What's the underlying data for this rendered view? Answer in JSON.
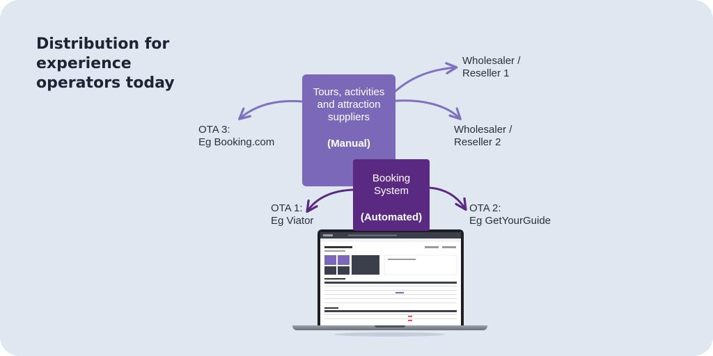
{
  "title": "Distribution for\nexperience\noperators today",
  "boxes": {
    "manual": {
      "text": "Tours, activities\nand attraction\nsuppliers",
      "tag": "(Manual)"
    },
    "automated": {
      "text": "Booking\nSystem",
      "tag": "(Automated)"
    }
  },
  "targets": {
    "wholesaler1": "Wholesaler /\nReseller 1",
    "wholesaler2": "Wholesaler /\nReseller 2",
    "ota3": "OTA 3:\nEg Booking.com",
    "ota1": "OTA 1:\nEg Viator",
    "ota2": "OTA 2:\nEg GetYourGuide"
  },
  "colors": {
    "background": "#dfe7f1",
    "manual_box": "#7b68b8",
    "automated_box": "#5a2a82",
    "manual_arrow": "#8070c0",
    "automated_arrow": "#5a2a82"
  }
}
